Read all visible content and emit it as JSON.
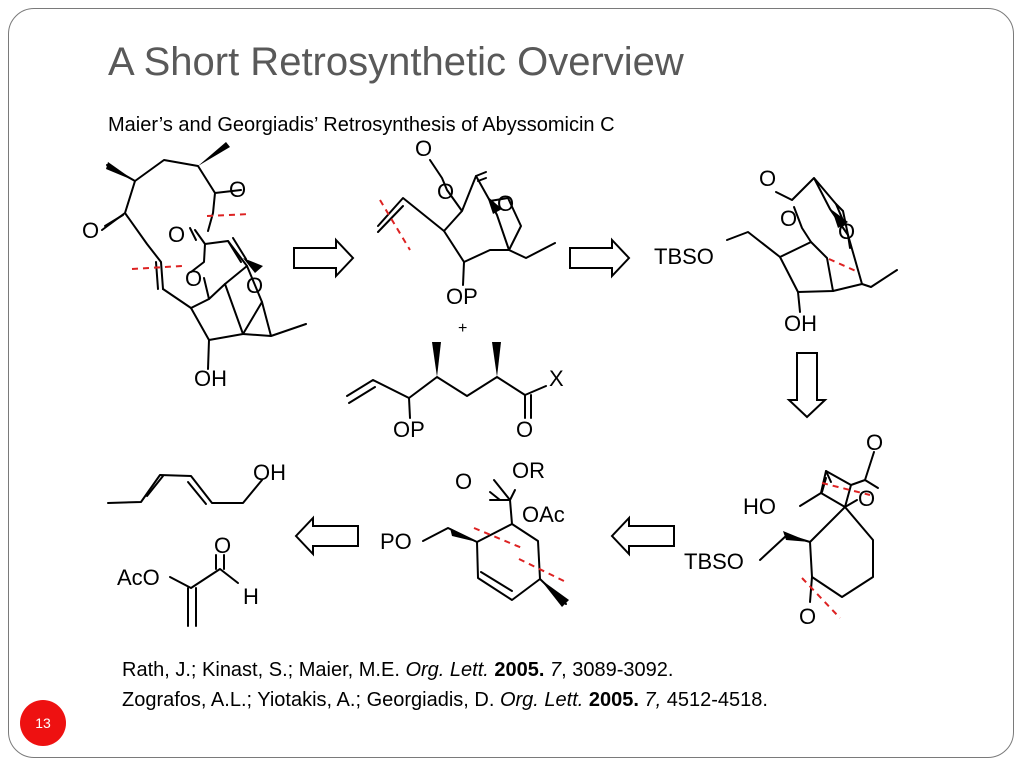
{
  "slide": {
    "title": "A Short Retrosynthetic Overview",
    "subtitle": "Maier’s and Georgiadis’ Retrosynthesis of Abyssomicin C",
    "page_number": "13"
  },
  "colors": {
    "title": "#595959",
    "disconnection": "#dd2222",
    "badge": "#ee1111",
    "frame": "#7a7a7a"
  },
  "scheme": {
    "labels": {
      "O": "O",
      "OH": "OH",
      "OP": "OP",
      "X": "X",
      "plus": "+",
      "TBSO": "TBSO",
      "HO": "HO",
      "OR": "OR",
      "OAc": "OAc",
      "PO": "PO",
      "AcO": "AcO",
      "H": "H"
    },
    "arrows": [
      "retro-arrow-1",
      "retro-arrow-2",
      "retro-arrow-3",
      "retro-arrow-4",
      "retro-arrow-5"
    ]
  },
  "references": [
    {
      "authors": "Rath, J.; Kinast, S.; Maier, M.E. ",
      "journal": "Org. Lett.",
      "year": "2005.",
      "volume": "7",
      "pages": ", 3089-3092."
    },
    {
      "authors": "Zografos, A.L.; Yiotakis, A.; Georgiadis, D. ",
      "journal": "Org. Lett.",
      "year": "2005.",
      "volume": "7,",
      "pages": " 4512-4518."
    }
  ]
}
